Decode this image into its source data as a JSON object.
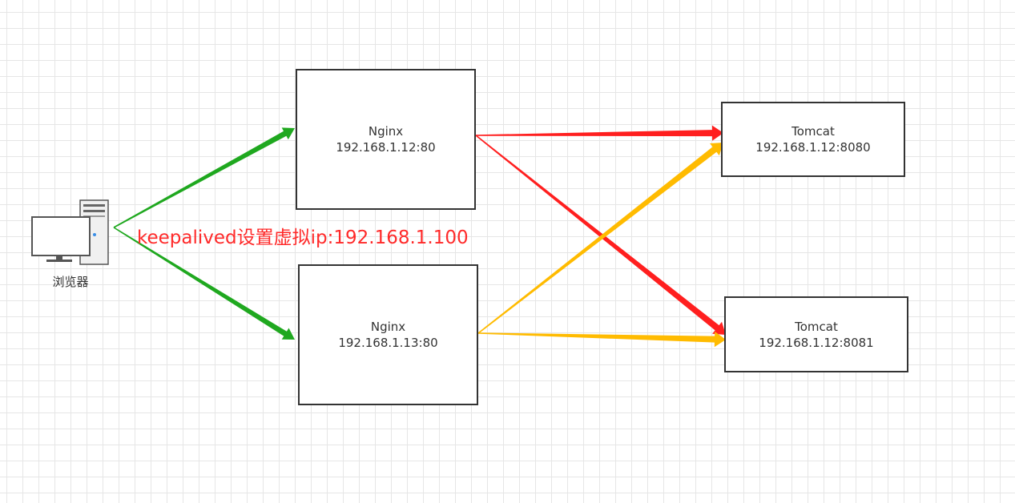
{
  "colors": {
    "green": "#1fa81f",
    "red": "#ff1f1f",
    "orange": "#ffbb00",
    "border": "#333333",
    "text": "#333333",
    "vip_text": "#ff2a2a",
    "grid": "#e6e6e6"
  },
  "browser": {
    "label": "浏览器",
    "icon": "computer-icon"
  },
  "vip_label": "keepalived设置虚拟ip:192.168.1.100",
  "nodes": {
    "nginx1": {
      "title": "Nginx",
      "address": "192.168.1.12:80"
    },
    "nginx2": {
      "title": "Nginx",
      "address": "192.168.1.13:80"
    },
    "tomcat1": {
      "title": "Tomcat",
      "address": "192.168.1.12:8080"
    },
    "tomcat2": {
      "title": "Tomcat",
      "address": "192.168.1.12:8081"
    }
  },
  "edges": [
    {
      "from": "browser",
      "to": "nginx1",
      "color": "green"
    },
    {
      "from": "browser",
      "to": "nginx2",
      "color": "green"
    },
    {
      "from": "nginx1",
      "to": "tomcat1",
      "color": "red"
    },
    {
      "from": "nginx1",
      "to": "tomcat2",
      "color": "red"
    },
    {
      "from": "nginx2",
      "to": "tomcat1",
      "color": "orange"
    },
    {
      "from": "nginx2",
      "to": "tomcat2",
      "color": "orange"
    }
  ]
}
